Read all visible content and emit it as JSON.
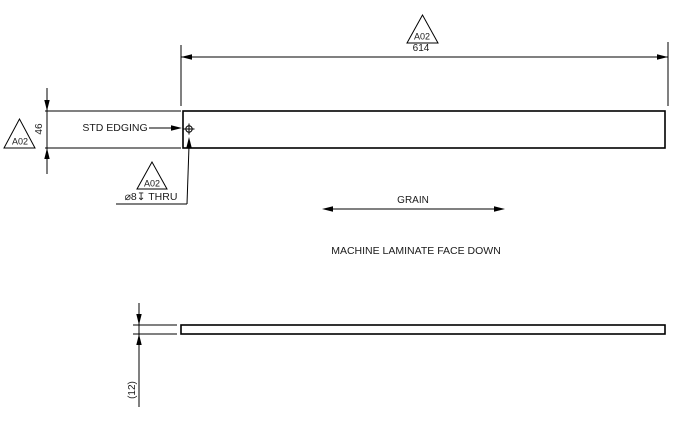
{
  "colors": {
    "line": "#000000",
    "background": "#ffffff",
    "text": "#1a1a1a"
  },
  "drawing": {
    "front_view": {
      "length_dimension": {
        "value": "614",
        "marker": "A02"
      },
      "width_dimension": {
        "value": "46",
        "marker": "A02"
      },
      "edge_note": "STD EDGING",
      "hole_callout": {
        "marker": "A02",
        "note": "⌀8↧ THRU"
      },
      "grain_label": "GRAIN",
      "process_note": "MACHINE LAMINATE FACE DOWN"
    },
    "side_view": {
      "thickness_dimension": {
        "value": "(12)"
      }
    }
  }
}
